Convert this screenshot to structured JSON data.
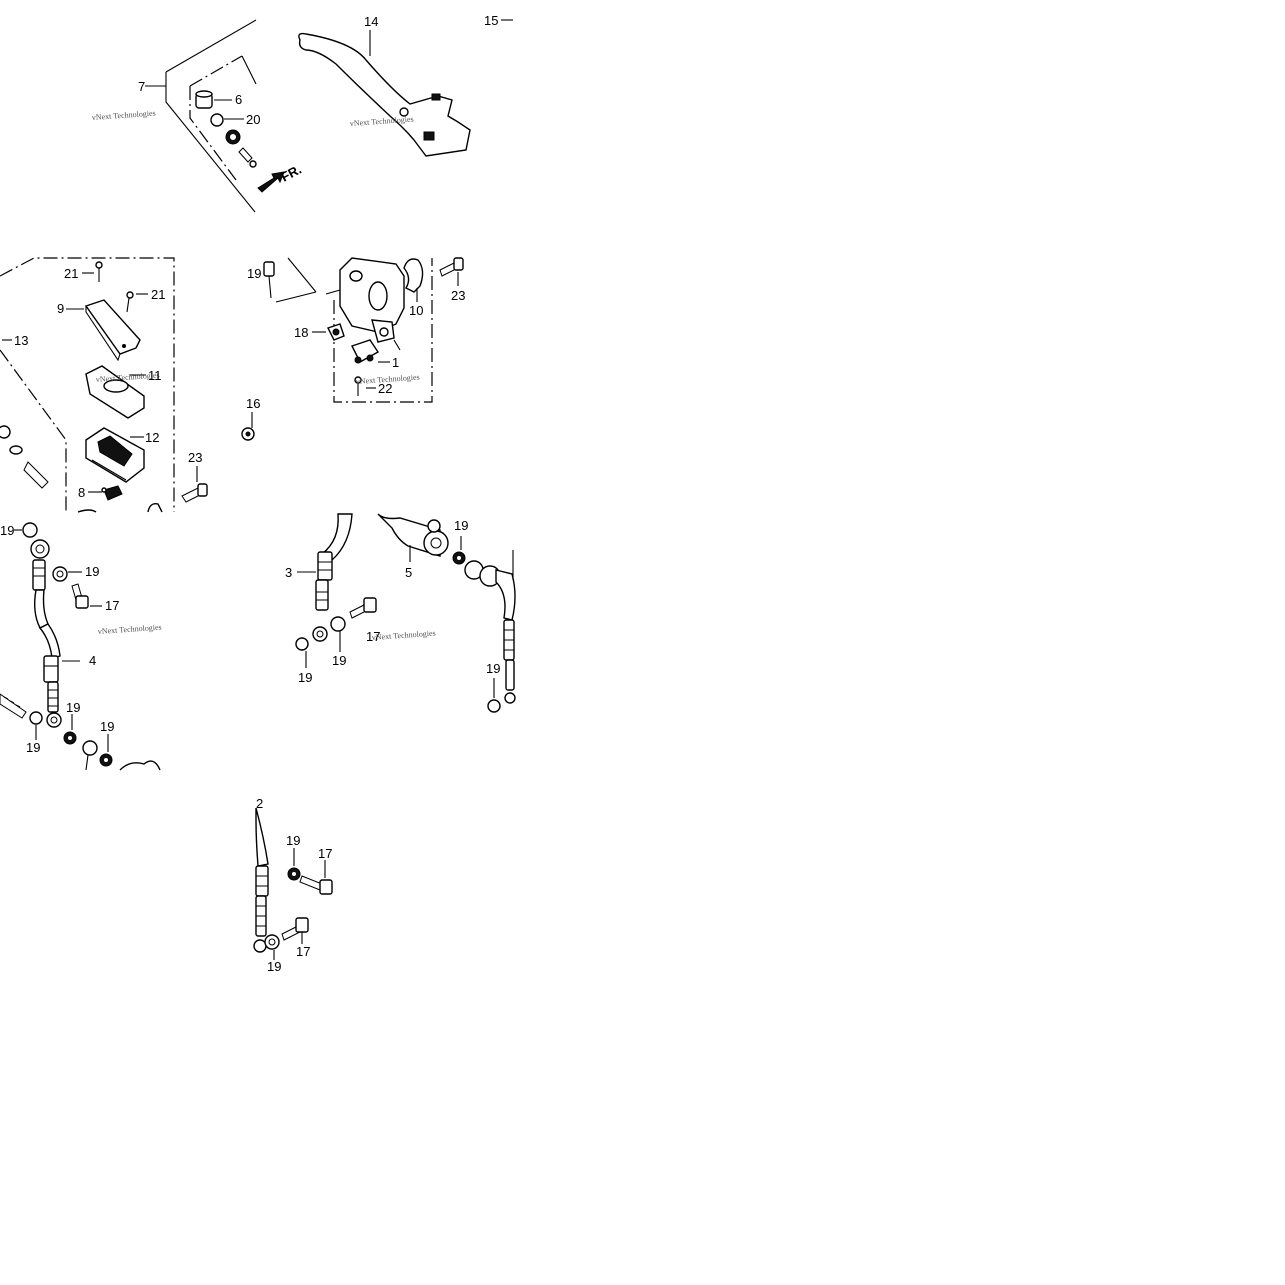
{
  "diagram": {
    "direction_label": "FR.",
    "watermark": "vNext Technologies",
    "callouts": [
      {
        "id": "c-14",
        "text": "14"
      },
      {
        "id": "c-15",
        "text": "15"
      },
      {
        "id": "c-7",
        "text": "7"
      },
      {
        "id": "c-6",
        "text": "6"
      },
      {
        "id": "c-20",
        "text": "20"
      },
      {
        "id": "c-21a",
        "text": "21"
      },
      {
        "id": "c-21b",
        "text": "21"
      },
      {
        "id": "c-9",
        "text": "9"
      },
      {
        "id": "c-13",
        "text": "13"
      },
      {
        "id": "c-11",
        "text": "11"
      },
      {
        "id": "c-12",
        "text": "12"
      },
      {
        "id": "c-8",
        "text": "8"
      },
      {
        "id": "c-23a",
        "text": "23"
      },
      {
        "id": "c-19a",
        "text": "19"
      },
      {
        "id": "c-23b",
        "text": "23"
      },
      {
        "id": "c-10",
        "text": "10"
      },
      {
        "id": "c-18a",
        "text": "18"
      },
      {
        "id": "c-1",
        "text": "1"
      },
      {
        "id": "c-22",
        "text": "22"
      },
      {
        "id": "c-16",
        "text": "16"
      },
      {
        "id": "c-19b",
        "text": "19"
      },
      {
        "id": "c-19c",
        "text": "19"
      },
      {
        "id": "c-17a",
        "text": "17"
      },
      {
        "id": "c-4",
        "text": "4"
      },
      {
        "id": "c-19d",
        "text": "19"
      },
      {
        "id": "c-19e",
        "text": "19"
      },
      {
        "id": "c-19f",
        "text": "19"
      },
      {
        "id": "c-3",
        "text": "3"
      },
      {
        "id": "c-5",
        "text": "5"
      },
      {
        "id": "c-19g",
        "text": "19"
      },
      {
        "id": "c-17b",
        "text": "17"
      },
      {
        "id": "c-19h",
        "text": "19"
      },
      {
        "id": "c-19i",
        "text": "19"
      },
      {
        "id": "c-19j",
        "text": "19"
      },
      {
        "id": "c-2",
        "text": "2"
      },
      {
        "id": "c-19k",
        "text": "19"
      },
      {
        "id": "c-17c",
        "text": "17"
      },
      {
        "id": "c-17d",
        "text": "17"
      },
      {
        "id": "c-19l",
        "text": "19"
      }
    ]
  }
}
